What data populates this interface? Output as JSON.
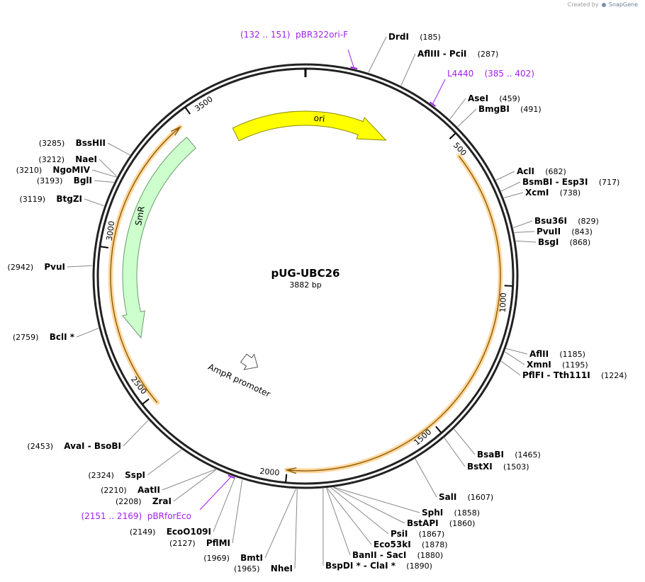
{
  "credit": {
    "prefix": "Created by",
    "brand": "SnapGene"
  },
  "plasmid": {
    "name": "pUG-UBC26",
    "size_label": "3882 bp",
    "length": 3882
  },
  "ticks": [
    {
      "label": "500",
      "pos": 500
    },
    {
      "label": "1000",
      "pos": 1000
    },
    {
      "label": "1500",
      "pos": 1500
    },
    {
      "label": "2000",
      "pos": 2000
    },
    {
      "label": "2500",
      "pos": 2500
    },
    {
      "label": "3000",
      "pos": 3000
    },
    {
      "label": "3500",
      "pos": 3500
    }
  ],
  "features": [
    {
      "name": "ori",
      "type": "ori",
      "start": 3600,
      "end": 330,
      "color": "#ffff00",
      "stroke": "#8a8a00",
      "direction": "cw"
    },
    {
      "name": "SmR",
      "type": "cds",
      "start": 2690,
      "end": 3445,
      "color": "#ccffcc",
      "stroke": "#6a9a6a",
      "direction": "ccw"
    },
    {
      "name": "AmpR promoter",
      "type": "promoter",
      "start": 2240,
      "end": 2340,
      "color": "#ffffff",
      "stroke": "#555555",
      "direction": "ccw"
    }
  ],
  "orange_arcs": [
    {
      "start": 560,
      "end": 2000,
      "direction": "ccw-head-at-end"
    },
    {
      "start": 2475,
      "end": 3450,
      "direction": "cw-head-at-end"
    }
  ],
  "primers": [
    {
      "range": "(132 .. 151)",
      "name": "pBR322ori-F",
      "pos": 141
    },
    {
      "range": "(385 .. 402)",
      "name": "L4440",
      "pos": 393
    },
    {
      "range": "(2151 .. 2169)",
      "name": "pBRforEco",
      "pos": 2160
    }
  ],
  "sites": [
    {
      "name": "DrdI",
      "pos": "(185)",
      "site": 185
    },
    {
      "name": "AflIII",
      "name2": "PciI",
      "pos": "(287)",
      "site": 287
    },
    {
      "name": "AseI",
      "pos": "(459)",
      "site": 459
    },
    {
      "name": "BmgBI",
      "pos": "(491)",
      "site": 491
    },
    {
      "name": "AclI",
      "pos": "(682)",
      "site": 682
    },
    {
      "name": "BsmBI",
      "name2": "Esp3I",
      "pos": "(717)",
      "site": 717
    },
    {
      "name": "XcmI",
      "pos": "(738)",
      "site": 738
    },
    {
      "name": "Bsu36I",
      "pos": "(829)",
      "site": 829
    },
    {
      "name": "PvuII",
      "pos": "(843)",
      "site": 843
    },
    {
      "name": "BsgI",
      "pos": "(868)",
      "site": 868
    },
    {
      "name": "AflII",
      "pos": "(1185)",
      "site": 1185
    },
    {
      "name": "XmnI",
      "pos": "(1195)",
      "site": 1195
    },
    {
      "name": "PflFI",
      "name2": "Tth111I",
      "pos": "(1224)",
      "site": 1224
    },
    {
      "name": "BsaBI",
      "pos": "(1465)",
      "site": 1465
    },
    {
      "name": "BstXI",
      "pos": "(1503)",
      "site": 1503
    },
    {
      "name": "SalI",
      "pos": "(1607)",
      "site": 1607
    },
    {
      "name": "SphI",
      "pos": "(1858)",
      "site": 1858
    },
    {
      "name": "BstAPI",
      "pos": "(1860)",
      "site": 1860
    },
    {
      "name": "PsiI",
      "pos": "(1867)",
      "site": 1867
    },
    {
      "name": "Eco53kI",
      "pos": "(1878)",
      "site": 1878
    },
    {
      "name": "BanII",
      "name2": "SacI",
      "pos": "(1880)",
      "site": 1880
    },
    {
      "name": "BspDI *",
      "name2": "ClaI *",
      "pos": "(1890)",
      "site": 1890
    },
    {
      "name": "NheI",
      "pos": "(1965)",
      "site": 1965
    },
    {
      "name": "BmtI",
      "pos": "(1969)",
      "site": 1969
    },
    {
      "name": "PflMI",
      "pos": "(2127)",
      "site": 2127
    },
    {
      "name": "EcoO109I",
      "pos": "(2149)",
      "site": 2149
    },
    {
      "name": "ZraI",
      "pos": "(2208)",
      "site": 2208
    },
    {
      "name": "AatII",
      "pos": "(2210)",
      "site": 2210
    },
    {
      "name": "SspI",
      "pos": "(2324)",
      "site": 2324
    },
    {
      "name": "AvaI",
      "name2": "BsoBI",
      "pos": "(2453)",
      "site": 2453
    },
    {
      "name": "BclI *",
      "pos": "(2759)",
      "site": 2759
    },
    {
      "name": "PvuI",
      "pos": "(2942)",
      "site": 2942
    },
    {
      "name": "BtgZI",
      "pos": "(3119)",
      "site": 3119
    },
    {
      "name": "BglI",
      "pos": "(3193)",
      "site": 3193
    },
    {
      "name": "NgoMIV",
      "pos": "(3210)",
      "site": 3210
    },
    {
      "name": "NaeI",
      "pos": "(3212)",
      "site": 3212
    },
    {
      "name": "BssHII",
      "pos": "(3285)",
      "site": 3285
    }
  ]
}
